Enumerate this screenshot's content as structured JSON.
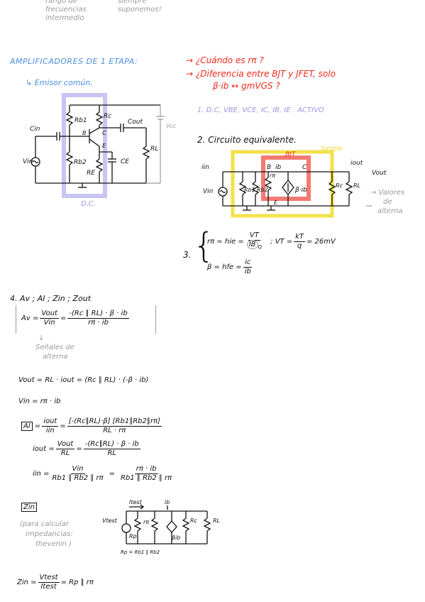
{
  "top_notes": {
    "left": [
      "rango de",
      "frecuencias",
      "intermedio"
    ],
    "right": [
      "siempre",
      "suponemos!"
    ]
  },
  "header": {
    "title": "AMPLIFICADORES DE 1 ETAPA:",
    "q1": "→ ¿Cuándo es rπ ?",
    "q2": "→ ¿Diferencia entre BJT y JFET, solo",
    "q2b": "β·ib ↔ gmVGS ?"
  },
  "emisor": {
    "label": "↳ Emisor común.",
    "dc_label": "D.C.",
    "components": {
      "rb1": "Rb1",
      "rc": "Rc",
      "cout": "Cout",
      "vcc": "Vcc",
      "cin": "Cin",
      "b": "B",
      "c": "C",
      "e": "E",
      "vin": "Vin",
      "rb2": "Rb2",
      "re": "RE",
      "ce": "CE",
      "rl": "RL"
    }
  },
  "steps": {
    "s1": "1. D.C, VBE, VCE, IC, IB, IE . ACTIVO",
    "s2": "2. Circuito equivalente.",
    "bjt_label": "BJT",
    "simple_label": "Simple",
    "eq_labels": {
      "iin": "iin",
      "b": "B",
      "ib": "ib",
      "c": "C",
      "iout": "iout",
      "vout": "Vout",
      "rpi": "rπ",
      "vin": "Vin",
      "rb1": "Rb1",
      "rb2": "Rb2",
      "bib": "β·ib",
      "rc": "Rc",
      "rl": "RL",
      "e": "E"
    },
    "valores": [
      "→ Valores",
      "de",
      "alterna"
    ],
    "s3_prefix": "3.",
    "s3_line1_a": "rπ = hie =",
    "s3_line1_num": "VT",
    "s3_line1_den": "IB",
    "s3_den_sub": "Q",
    "s3_line1_b": "; VT =",
    "s3_kt_num": "kT",
    "s3_kt_den": "q",
    "s3_line1_c": "= 26mV",
    "s3_line2_a": "β = hfe =",
    "s3_line2_num": "ic",
    "s3_line2_den": "ib"
  },
  "section4": {
    "title": "4. Av ; AI ; Zin ; Zout",
    "av_label": "Av =",
    "av_frac_num": "Vout",
    "av_frac_den": "Vin",
    "av_eq": "=",
    "av_rhs_num": "-(Rc ∥ RL) · β · ib",
    "av_rhs_den": "rπ · ib",
    "senales": [
      "↓",
      "Señales de",
      "alterna"
    ],
    "vout_line": "Vout = RL · iout = (Rc ∥ RL) · (-β · ib)",
    "vin_line": "Vin = rπ · ib",
    "ai_label": "AI",
    "ai_eq": "=",
    "ai_num": "iout",
    "ai_den": "iin",
    "ai_rhs_num": "[-(Rc∥RL)·β] [Rb1∥Rb2∥rπ]",
    "ai_rhs_den": "RL · rπ",
    "iout_lhs": "iout =",
    "iout_num": "Vout",
    "iout_den": "RL",
    "iout_rhs_num": "-(Rc∥RL) · β · ib",
    "iout_rhs_den": "RL",
    "iin_lhs": "iin =",
    "iin_num": "Vin",
    "iin_den": "Rb1 ∥ Rb2 ∥ rπ",
    "iin_rhs_num": "rπ · ib",
    "iin_rhs_den": "Rb1 ∥ Rb2 ∥ rπ",
    "zin_label": "Zin",
    "zin_note": [
      "(para calcular",
      "impedancias:",
      "thevenin )"
    ],
    "zin_circuit": {
      "itest": "Itest",
      "ib": "ib",
      "vtest": "Vtest",
      "rpi": "rπ",
      "rp": "Rp",
      "bib": "βib",
      "rc": "Rc",
      "rl": "RL",
      "rp_eq": "Rp = Rb1 ∥ Rb2"
    },
    "zin_final_lhs": "Zin =",
    "zin_final_num": "Vtest",
    "zin_final_den": "Itest",
    "zin_final_rhs": "= Rp ∥ rπ"
  }
}
